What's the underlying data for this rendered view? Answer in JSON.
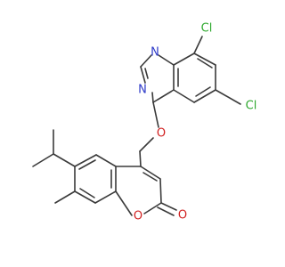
{
  "molecule": {
    "atoms": {
      "chlorine_top": {
        "label": "Cl",
        "color": "#2ea82e"
      },
      "chlorine_right": {
        "label": "Cl",
        "color": "#2ea82e"
      },
      "nitrogen_top": {
        "label": "N",
        "color": "#2d39c8"
      },
      "nitrogen_bottom": {
        "label": "N",
        "color": "#2d39c8"
      },
      "ether_oxygen": {
        "label": "O",
        "color": "#d12121"
      },
      "ring_oxygen": {
        "label": "O",
        "color": "#d12121"
      },
      "carbonyl_oxygen": {
        "label": "O",
        "color": "#d12121"
      }
    },
    "bond_color": "#3a3a3a"
  }
}
